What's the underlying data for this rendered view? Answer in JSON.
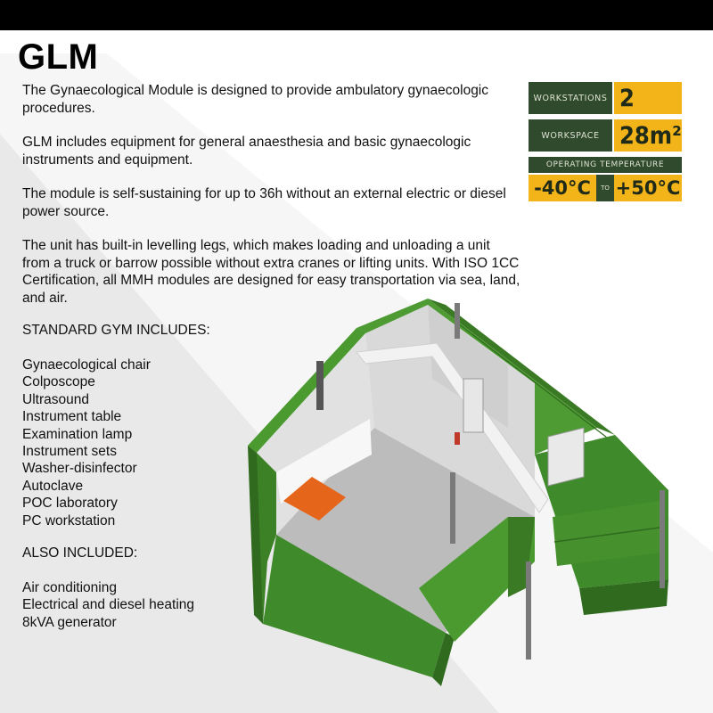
{
  "title": "GLM",
  "paragraphs": [
    "The Gynaecological Module is designed to provide ambulatory gynaecologic procedures.",
    "GLM includes equipment for general anaesthesia and basic gynaecologic instruments and equipment.",
    "The module is self-sustaining for up to 36h without an external electric or diesel power source.",
    "The unit has built-in levelling legs, which makes loading and unloading a unit from a truck or barrow possible without extra cranes or lifting units. With ISO 1CC Certification, all MMH modules are designed for easy transportation via sea, land, and air."
  ],
  "standard_heading": "STANDARD GYM INCLUDES:",
  "standard_items": [
    "Gynaecological chair",
    "Colposcope",
    "Ultrasound",
    "Instrument table",
    "Examination lamp",
    "Instrument sets",
    "Washer-disinfector",
    "Autoclave",
    "POC laboratory",
    "PC workstation"
  ],
  "also_heading": "ALSO INCLUDED:",
  "also_items": [
    "Air conditioning",
    "Electrical and diesel heating",
    "8kVA generator"
  ],
  "specs": {
    "workstations_label": "WORKSTATIONS",
    "workstations_value": "2",
    "workspace_label": "WORKSPACE",
    "workspace_value": "28m²",
    "temp_label": "OPERATING TEMPERATURE",
    "temp_min": "-40°C",
    "temp_to": "TO",
    "temp_max": "+50°C"
  },
  "colors": {
    "spec_dark": "#2f4a2c",
    "spec_yellow": "#f2b418",
    "container_green": "#3f8a2a"
  }
}
